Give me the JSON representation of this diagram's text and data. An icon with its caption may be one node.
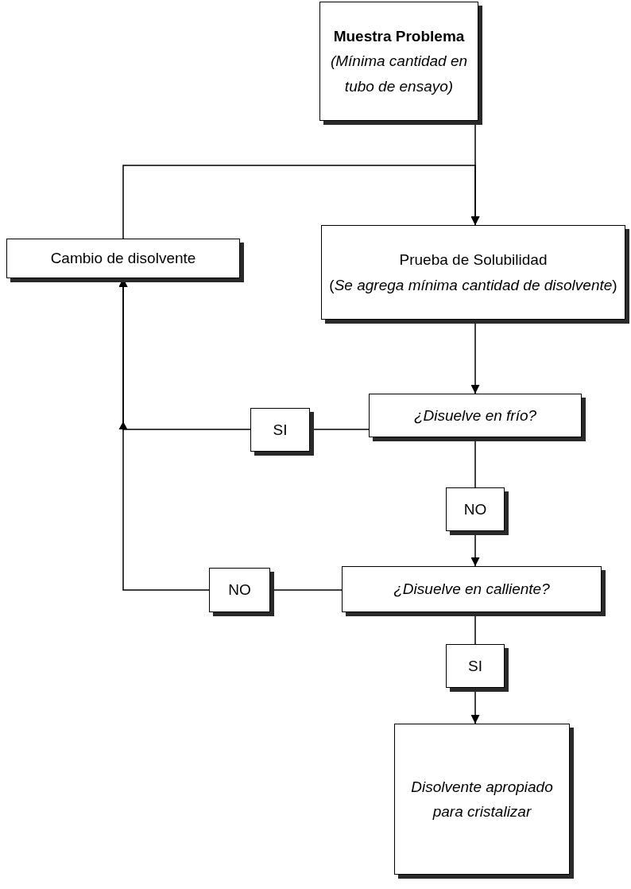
{
  "diagram": {
    "nodes": [
      {
        "text": [
          "Muestra Problema",
          "(Mínima cantidad en tubo de ensayo)"
        ]
      },
      {
        "text": [
          "Prueba de Solubilidad",
          "(*Se agrega mínima cantidad de disolvente*)"
        ]
      },
      {
        "text": [
          "Cambio de disolvente"
        ]
      },
      {
        "text": [
          "¿Disuelve en frío?"
        ]
      },
      {
        "text": [
          "SI"
        ]
      },
      {
        "text": [
          "NO"
        ]
      },
      {
        "text": [
          "¿Disuelve en calliente?"
        ]
      },
      {
        "text": [
          "NO"
        ]
      },
      {
        "text": [
          "SI"
        ]
      },
      {
        "text": [
          "Disolvente apropiado para cristalizar"
        ]
      }
    ],
    "edges": [
      {
        "from": 0,
        "to": 1,
        "arrow": "to"
      },
      {
        "from": 2,
        "to": 1,
        "arrow": "to"
      },
      {
        "from": 1,
        "to": 3,
        "arrow": "to"
      },
      {
        "from": 3,
        "to": 4,
        "arrow": "none"
      },
      {
        "from": 4,
        "to": 2,
        "arrow": "to"
      },
      {
        "from": 3,
        "to": 5,
        "arrow": "none"
      },
      {
        "from": 5,
        "to": 6,
        "arrow": "to"
      },
      {
        "from": 6,
        "to": 7,
        "arrow": "none"
      },
      {
        "from": 7,
        "to": 2,
        "arrow": "to"
      },
      {
        "from": 6,
        "to": 8,
        "arrow": "none"
      },
      {
        "from": 8,
        "to": 9,
        "arrow": "to"
      }
    ]
  }
}
